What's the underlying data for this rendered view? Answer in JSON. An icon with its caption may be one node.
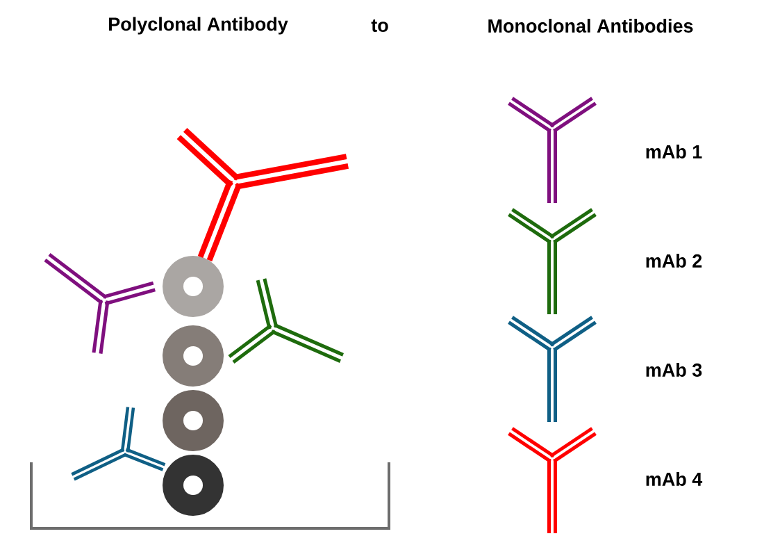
{
  "diagram": {
    "labels": [
      "Polyclonal Antibody",
      "to",
      "Monoclonal Antibodies",
      "mAb 1",
      "mAb 2",
      "mAb 3",
      "mAb 4"
    ]
  }
}
